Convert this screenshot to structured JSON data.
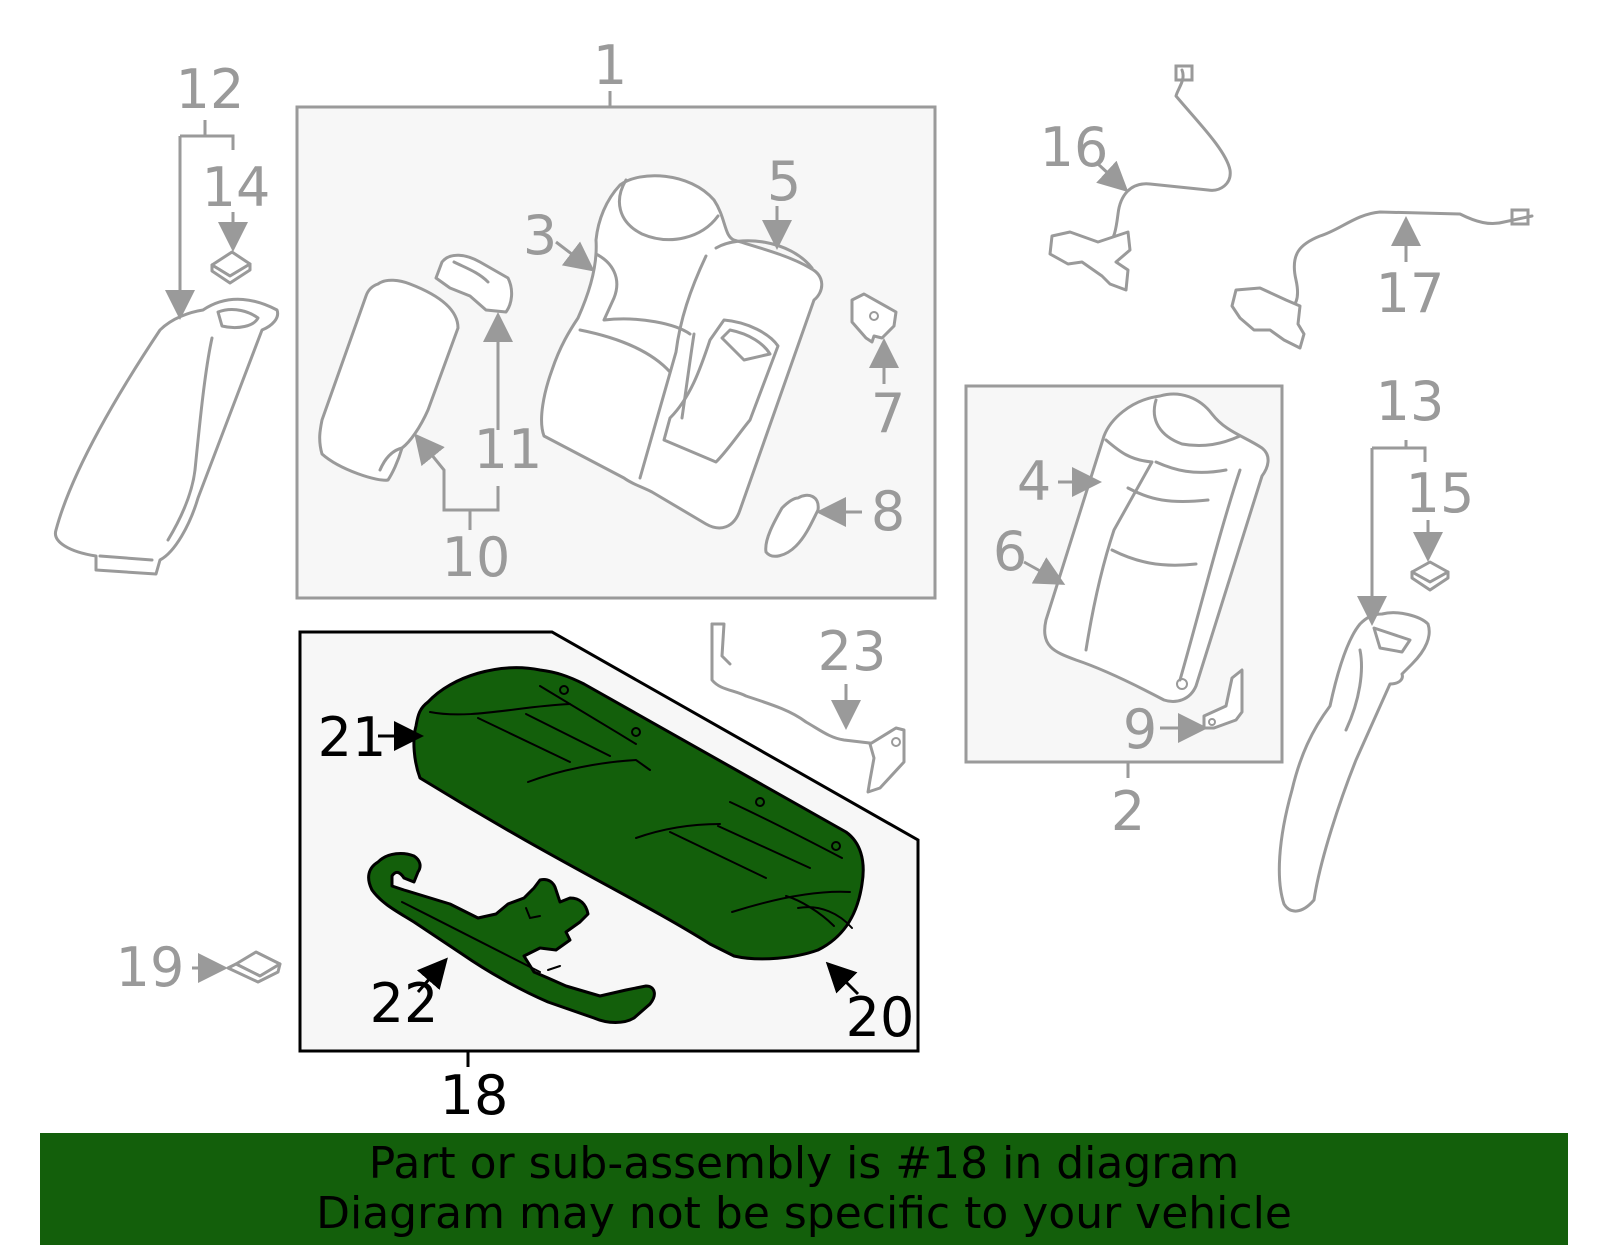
{
  "diagram": {
    "highlight_color": "#135f0b",
    "callouts": {
      "c1": "1",
      "c2": "2",
      "c3": "3",
      "c4": "4",
      "c5": "5",
      "c6": "6",
      "c7": "7",
      "c8": "8",
      "c9": "9",
      "c10": "10",
      "c11": "11",
      "c12": "12",
      "c13": "13",
      "c14": "14",
      "c15": "15",
      "c16": "16",
      "c17": "17",
      "c18": "18",
      "c19": "19",
      "c20": "20",
      "c21": "21",
      "c22": "22",
      "c23": "23"
    },
    "highlighted_callouts": [
      "18",
      "20",
      "21",
      "22"
    ]
  },
  "footer": {
    "line1": "Part or sub-assembly is #18 in diagram",
    "line2": "Diagram may not be specific to your vehicle"
  }
}
